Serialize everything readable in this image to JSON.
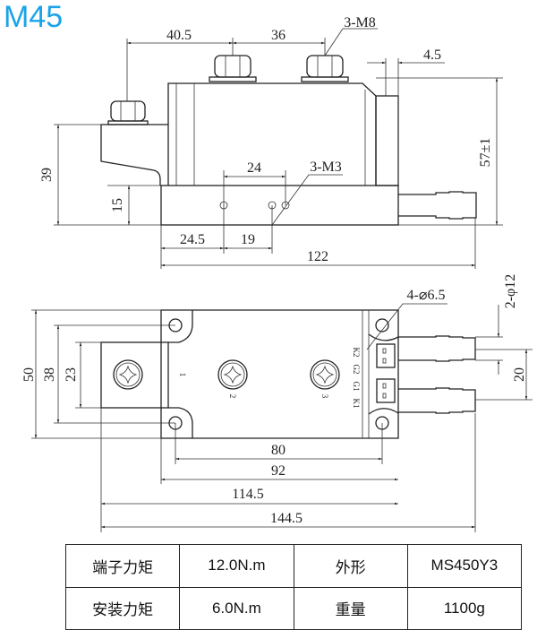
{
  "title": "M45",
  "side_view": {
    "dims": {
      "d40_5": "40.5",
      "d36": "36",
      "m8": "3-M8",
      "d4_5": "4.5",
      "d57": "57±1",
      "d39": "39",
      "d15": "15",
      "d24": "24",
      "m3": "3-M3",
      "d24_5": "24.5",
      "d19": "19",
      "d122": "122"
    }
  },
  "top_view": {
    "dims": {
      "d50": "50",
      "d38": "38",
      "d23": "23",
      "holes": "4-⌀6.5",
      "tube": "2-φ12",
      "d20": "20",
      "d80": "80",
      "d92": "92",
      "d114_5": "114.5",
      "d144_5": "144.5"
    },
    "terminals": [
      "1",
      "2",
      "3"
    ],
    "pins": [
      "K2",
      "G2",
      "G1",
      "K1"
    ]
  },
  "spec_table": {
    "rows": [
      [
        "端子力矩",
        "12.0N.m",
        "外形",
        "MS450Y3"
      ],
      [
        "安装力矩",
        "6.0N.m",
        "重量",
        "1100g"
      ]
    ]
  }
}
